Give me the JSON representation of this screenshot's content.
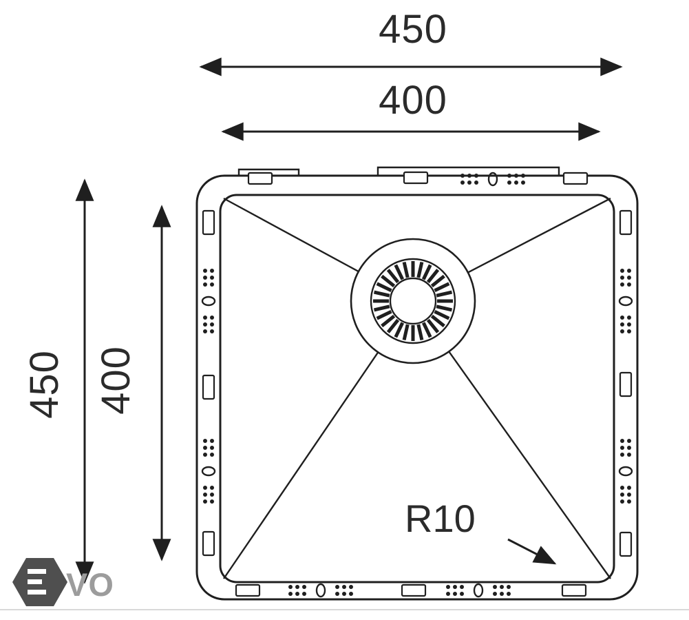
{
  "diagram": {
    "title": "undermount-sink-dimension-drawing",
    "dimensions": {
      "top_outer": {
        "label": "450"
      },
      "top_inner": {
        "label": "400"
      },
      "left_outer": {
        "label": "450"
      },
      "left_inner": {
        "label": "400"
      }
    },
    "annotations": {
      "corner_radius": "R10"
    },
    "logo": {
      "text": "VO"
    },
    "colors": {
      "line": "#1f1f1f",
      "background": "#ffffff",
      "logo_hexagon": "#4f4f4f",
      "logo_text": "#9c9c9c",
      "bottom_rule": "#d9d9d9"
    }
  }
}
